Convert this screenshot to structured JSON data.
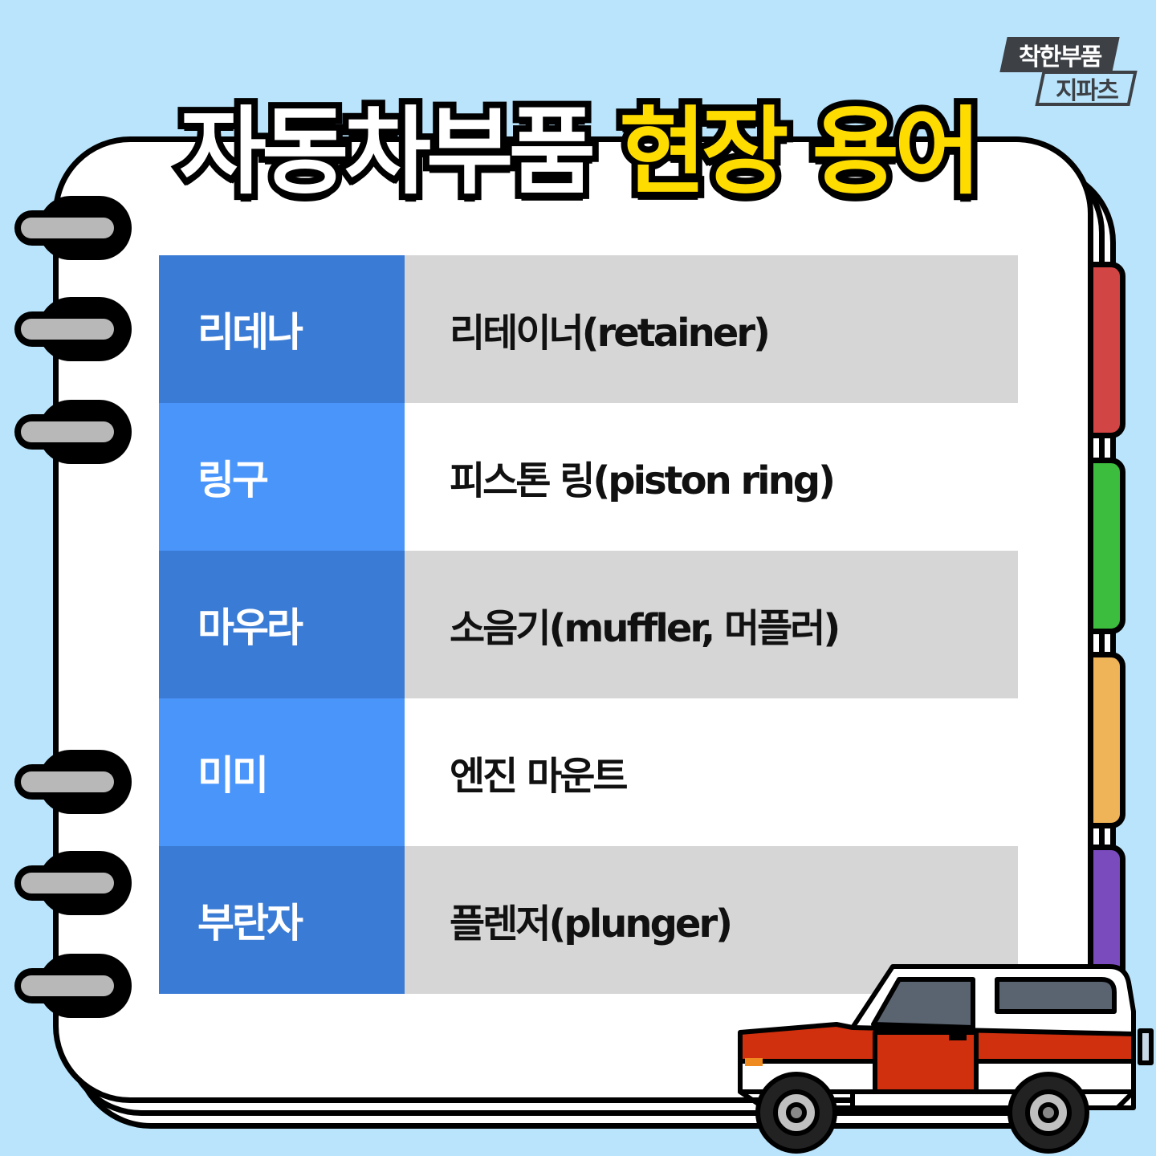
{
  "logo": {
    "line1": "착한부품",
    "line2": "지파츠"
  },
  "title": {
    "part1": "자동차부품",
    "part2": "현장 용어"
  },
  "terms": [
    {
      "term": "리데나",
      "meaning": "리테이너(retainer)"
    },
    {
      "term": "링구",
      "meaning": "피스톤 링(piston ring)"
    },
    {
      "term": "마우라",
      "meaning": "소음기(muffler, 머플러)"
    },
    {
      "term": "미미",
      "meaning": "엔진 마운트"
    },
    {
      "term": "부란자",
      "meaning": "플렌저(plunger)"
    }
  ],
  "colors": {
    "background": "#b9e4fb",
    "term_dark": "#3a7bd5",
    "term_light": "#4a95fa",
    "title_highlight": "#ffdc00",
    "tabs": [
      "#d24545",
      "#3dbd3e",
      "#efb358",
      "#7a4bbd"
    ]
  },
  "icons": [
    "spiral-ring-icon",
    "jeep-car-illustration"
  ]
}
